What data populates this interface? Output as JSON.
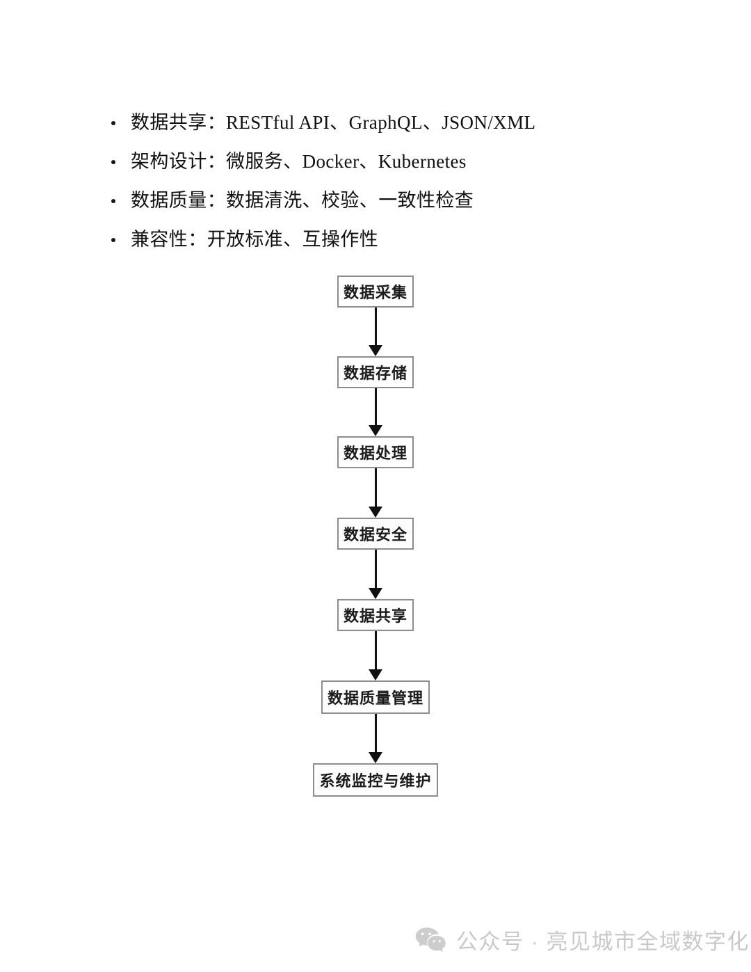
{
  "page": {
    "background": "#ffffff",
    "text_color": "#111111"
  },
  "bullets": {
    "items": [
      {
        "label": "数据共享：RESTful API、GraphQL、JSON/XML"
      },
      {
        "label": "架构设计：微服务、Docker、Kubernetes"
      },
      {
        "label": "数据质量：数据清洗、校验、一致性检查"
      },
      {
        "label": "兼容性：开放标准、互操作性"
      }
    ]
  },
  "flowchart": {
    "type": "vertical-flow",
    "border_color": "#8d8d8d",
    "arrow_color": "#111111",
    "fill_color": "#fdfdfd",
    "nodes": [
      {
        "label": "数据采集"
      },
      {
        "label": "数据存储"
      },
      {
        "label": "数据处理"
      },
      {
        "label": "数据安全"
      },
      {
        "label": "数据共享"
      },
      {
        "label": "数据质量管理"
      },
      {
        "label": "系统监控与维护"
      }
    ]
  },
  "footer": {
    "icon": "wechat-icon",
    "text": "公众号 · 亮见城市全域数字化",
    "color": "#c9c9c9"
  }
}
